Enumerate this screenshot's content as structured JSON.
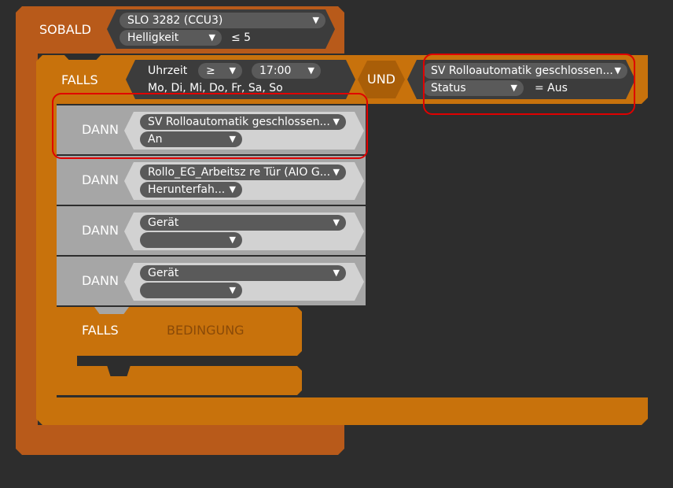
{
  "sobald": {
    "label": "SOBALD",
    "device": "SLO 3282 (CCU3)",
    "param": "Helligkeit",
    "condition": "≤ 5"
  },
  "falls": {
    "label": "FALLS",
    "time_label": "Uhrzeit",
    "operator": "≥",
    "time": "17:00",
    "days": "Mo, Di, Mi, Do, Fr, Sa, So",
    "and_label": "UND",
    "device": "SV Rolloautomatik geschlossen...",
    "param": "Status",
    "condition": "= Aus"
  },
  "dann": [
    {
      "label": "DANN",
      "device": "SV Rolloautomatik geschlossen...",
      "value": "An"
    },
    {
      "label": "DANN",
      "device": "Rollo_EG_Arbeitsz re Tür (AIO G...",
      "value": "Herunterfah..."
    },
    {
      "label": "DANN",
      "device": "Gerät",
      "value": ""
    },
    {
      "label": "DANN",
      "device": "Gerät",
      "value": ""
    }
  ],
  "falls2": {
    "label": "FALLS",
    "placeholder": "BEDINGUNG"
  },
  "colors": {
    "sobald": "#b85a1a",
    "falls": "#c8720c",
    "dann": "#a6a6a6",
    "highlight": "#e00000"
  }
}
